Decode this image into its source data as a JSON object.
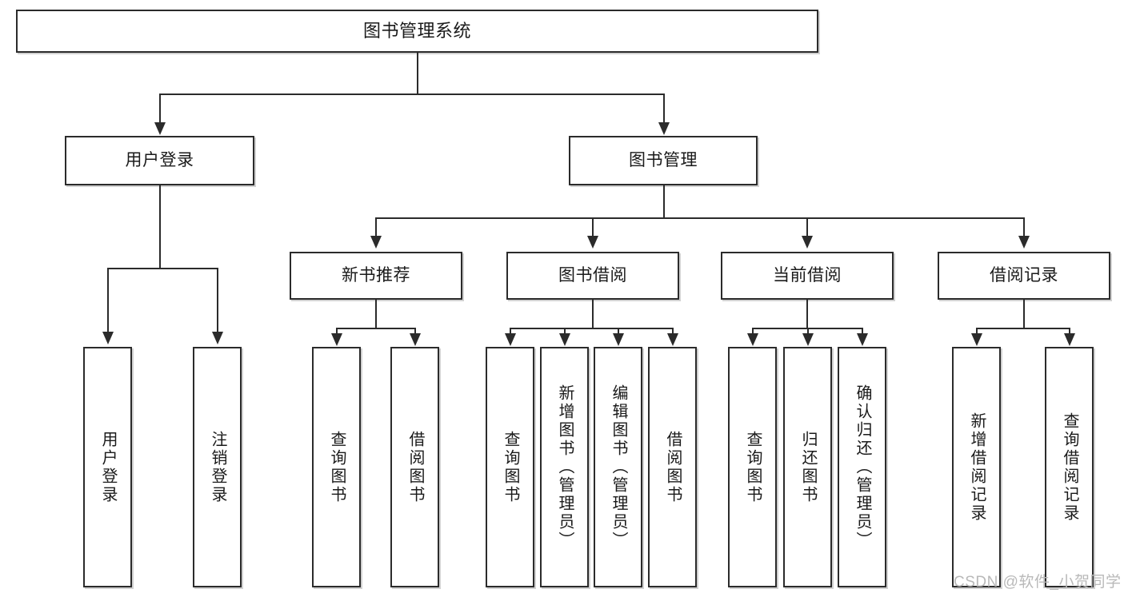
{
  "diagram": {
    "type": "tree-hierarchy",
    "title": "图书管理系统",
    "root": {
      "label": "图书管理系统"
    },
    "level1": [
      {
        "label": "用户登录"
      },
      {
        "label": "图书管理"
      }
    ],
    "level2": [
      {
        "label": "新书推荐"
      },
      {
        "label": "图书借阅"
      },
      {
        "label": "当前借阅"
      },
      {
        "label": "借阅记录"
      }
    ],
    "leaves": {
      "user_login": [
        {
          "label": "用户登录"
        },
        {
          "label": "注销登录"
        }
      ],
      "new_book_recommend": [
        {
          "label": "查询图书"
        },
        {
          "label": "借阅图书"
        }
      ],
      "book_borrow": [
        {
          "label": "查询图书"
        },
        {
          "label": "新增图书（管理员）"
        },
        {
          "label": "编辑图书（管理员）"
        },
        {
          "label": "借阅图书"
        }
      ],
      "current_borrow": [
        {
          "label": "查询图书"
        },
        {
          "label": "归还图书"
        },
        {
          "label": "确认归还（管理员）"
        }
      ],
      "borrow_record": [
        {
          "label": "新增借阅记录"
        },
        {
          "label": "查询借阅记录"
        }
      ]
    }
  },
  "watermark": {
    "text": "CSDN @软件_小贺同学"
  },
  "colors": {
    "box_border": "#2b2b2b",
    "box_fill": "#ffffff",
    "text": "#1a1a1a",
    "watermark": "#b9b9b9"
  }
}
